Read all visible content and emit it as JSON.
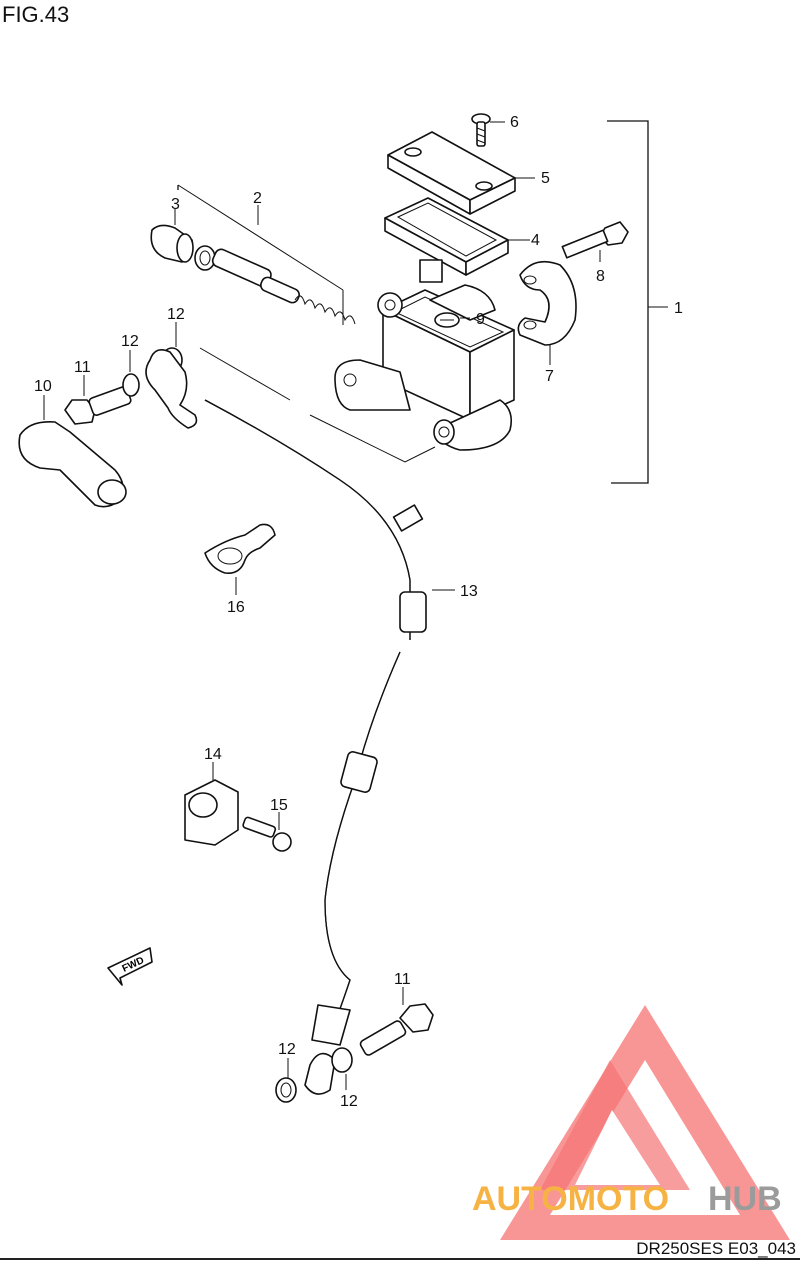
{
  "figure_title": "FIG.43",
  "diagram_code": "DR250SES E03_043",
  "direction_arrow_label": "FWD",
  "watermark": {
    "text_primary": "AUTOMOTO",
    "text_secondary": "HUB",
    "colors": {
      "triangle": "#f45b5b",
      "primary": "#f5a623",
      "secondary": "#8a8a8a"
    }
  },
  "callouts": [
    {
      "id": "1",
      "number": "1"
    },
    {
      "id": "2",
      "number": "2"
    },
    {
      "id": "3",
      "number": "3"
    },
    {
      "id": "4",
      "number": "4"
    },
    {
      "id": "5",
      "number": "5"
    },
    {
      "id": "6",
      "number": "6"
    },
    {
      "id": "7",
      "number": "7"
    },
    {
      "id": "8",
      "number": "8"
    },
    {
      "id": "9",
      "number": "9"
    },
    {
      "id": "10",
      "number": "10"
    },
    {
      "id": "11a",
      "number": "11"
    },
    {
      "id": "12a",
      "number": "12"
    },
    {
      "id": "12b",
      "number": "12"
    },
    {
      "id": "13",
      "number": "13"
    },
    {
      "id": "14",
      "number": "14"
    },
    {
      "id": "15",
      "number": "15"
    },
    {
      "id": "16",
      "number": "16"
    },
    {
      "id": "11b",
      "number": "11"
    },
    {
      "id": "12c",
      "number": "12"
    },
    {
      "id": "12d",
      "number": "12"
    }
  ]
}
